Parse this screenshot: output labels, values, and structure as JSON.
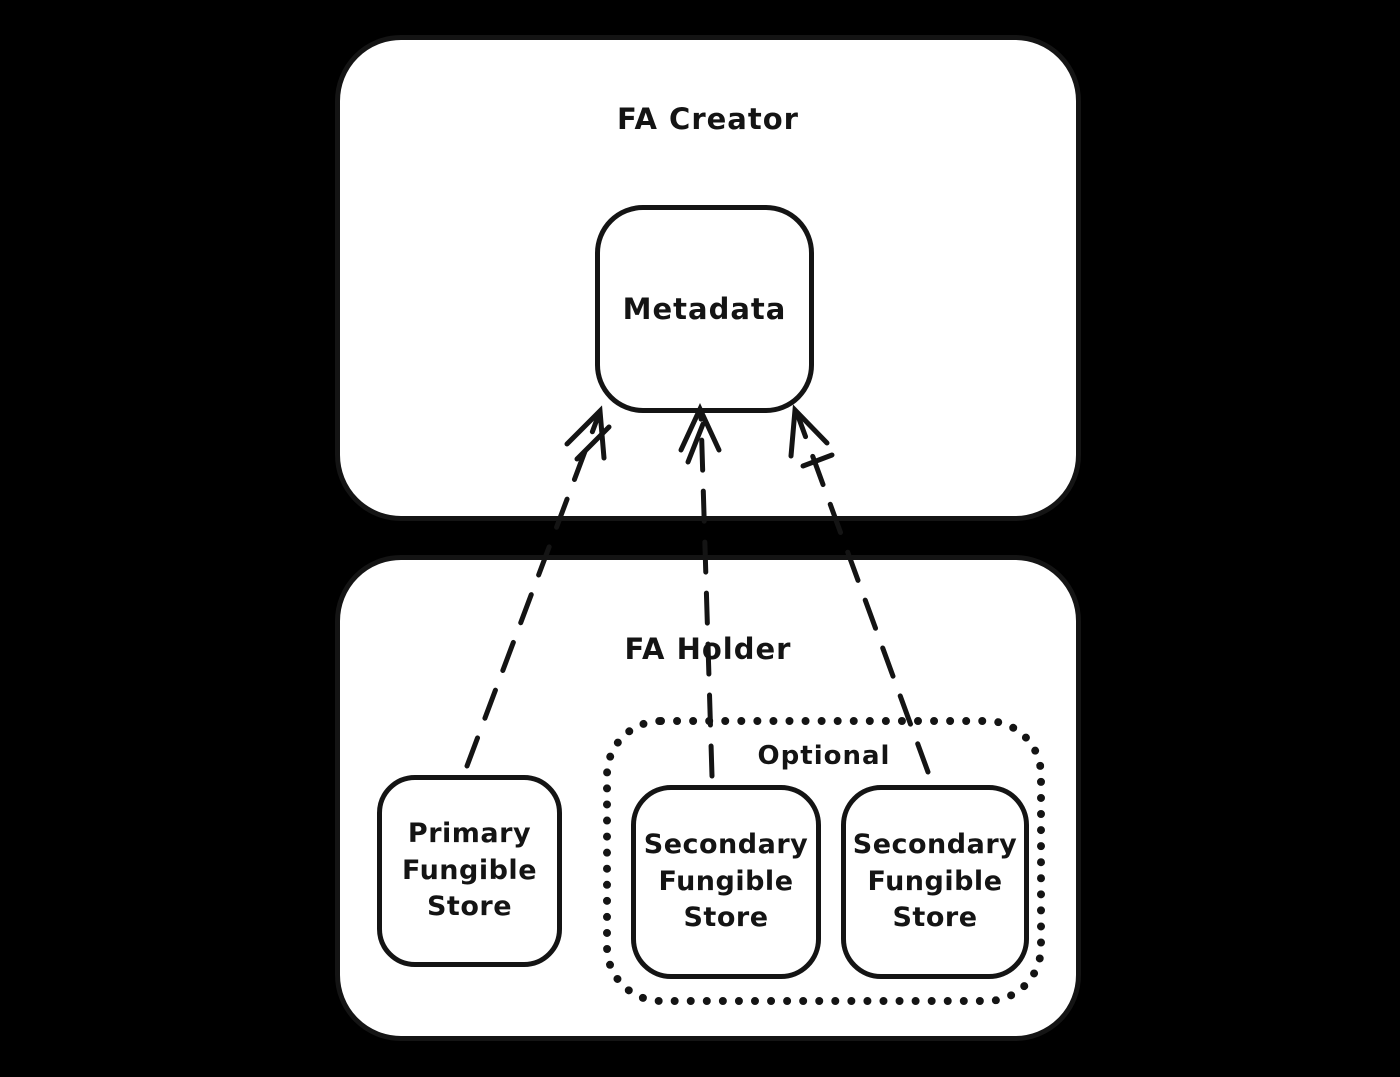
{
  "colors": {
    "background": "#000000",
    "panel_fill": "#ffffff",
    "stroke": "#141414"
  },
  "creator_panel": {
    "title": "FA Creator",
    "metadata_box": {
      "label": "Metadata"
    }
  },
  "holder_panel": {
    "title": "FA Holder",
    "primary_store": {
      "label": "Primary Fungible Store"
    },
    "optional_group": {
      "label": "Optional",
      "secondary_stores": [
        {
          "label": "Secondary Fungible Store"
        },
        {
          "label": "Secondary Fungible Store"
        }
      ]
    }
  }
}
